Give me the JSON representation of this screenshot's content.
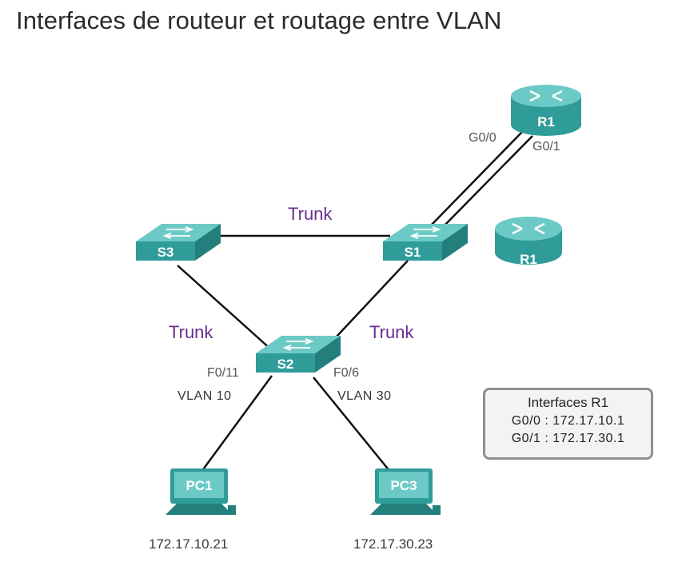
{
  "title": "Interfaces de routeur et routage entre VLAN",
  "colors": {
    "device": "#2f9c99",
    "device_light": "#6ccac6",
    "trunk_label": "#6a2d8f",
    "link": "#111111"
  },
  "links": {
    "s3_s1": "Trunk",
    "s3_s2": "Trunk",
    "s1_s2": "Trunk"
  },
  "devices": {
    "r1_top": "R1",
    "r1_legend": "R1",
    "s1": "S1",
    "s2": "S2",
    "s3": "S3",
    "pc1": "PC1",
    "pc3": "PC3"
  },
  "ports": {
    "r1_g00": "G0/0",
    "r1_g01": "G0/1",
    "s2_f011": "F0/11",
    "s2_f06": "F0/6",
    "s2_vlan10": "VLAN 10",
    "s2_vlan30": "VLAN 30"
  },
  "hosts": {
    "pc1_ip": "172.17.10.21",
    "pc3_ip": "172.17.30.23"
  },
  "info_box": {
    "title": "Interfaces R1",
    "line1": "G0/0 : 172.17.10.1",
    "line2": "G0/1 : 172.17.30.1"
  }
}
